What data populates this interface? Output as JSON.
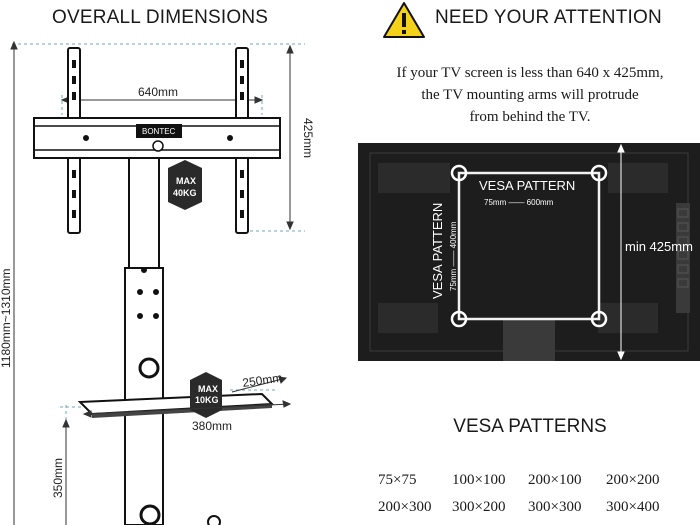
{
  "left": {
    "title": "OVERALL DIMENSIONS",
    "dim_width": "640mm",
    "dim_height": "425mm",
    "dim_total_height": "1180mm~1310mm",
    "dim_shelf_depth": "250mm",
    "dim_shelf_width": "380mm",
    "dim_shelf_height": "350mm",
    "brand": "BONTEC",
    "badge_top_line1": "MAX",
    "badge_top_line2": "40KG",
    "badge_shelf_line1": "MAX",
    "badge_shelf_line2": "10KG"
  },
  "right": {
    "warning_title": "NEED YOUR ATTENTION",
    "note_lines": [
      "If your TV screen is less than 640 x 425mm,",
      "the TV mounting arms will protrude",
      "from behind the TV."
    ],
    "vesa_label_h": "VESA PATTERN",
    "vesa_range_h": "75mm —— 600mm",
    "vesa_label_v": "VESA PATTERN",
    "vesa_range_v": "75mm —— 400mm",
    "min_height": "min 425mm",
    "patterns_title": "VESA PATTERNS",
    "patterns": [
      "75×75",
      "100×100",
      "200×100",
      "200×200",
      "200×300",
      "300×200",
      "300×300",
      "300×400"
    ]
  },
  "colors": {
    "tv_back": "#1d1d1d",
    "accent_dashed": "#6fa8b8",
    "dimension_line": "#333333"
  }
}
